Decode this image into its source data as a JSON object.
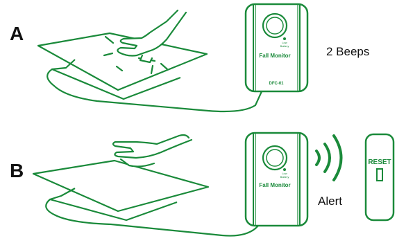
{
  "colors": {
    "stroke": "#1a8a3a",
    "text": "#111111",
    "background": "#ffffff"
  },
  "panels": [
    {
      "letter": "A",
      "device": {
        "low_battery": [
          "Low",
          "Battery"
        ],
        "brand": "Fall Monitor",
        "model": "DFC-01"
      },
      "caption": "2 Beeps"
    },
    {
      "letter": "B",
      "device": {
        "low_battery": [
          "Low",
          "Battery"
        ],
        "brand": "Fall Monitor"
      },
      "caption": "Alert",
      "icons": [
        "signal-waves-icon",
        "reset-button-icon"
      ]
    }
  ],
  "reset_label": "RESET"
}
